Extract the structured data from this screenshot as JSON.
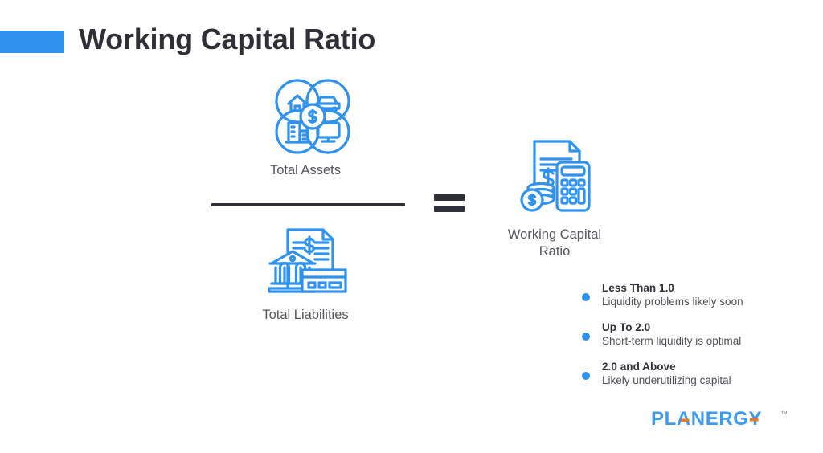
{
  "header": {
    "title": "Working Capital Ratio",
    "accent_color": "#2e92ee"
  },
  "formula": {
    "numerator_label": "Total Assets",
    "numerator_icon": "assets-circles-icon",
    "denominator_label": "Total Liabilities",
    "denominator_icon": "liabilities-bank-document-icon",
    "operator": "=",
    "result_label_line1": "Working Capital",
    "result_label_line2": "Ratio",
    "result_icon": "calculator-document-coins-icon"
  },
  "legend": {
    "items": [
      {
        "title": "Less Than 1.0",
        "description": "Liquidity problems likely soon",
        "bullet_color": "#2e92ee"
      },
      {
        "title": "Up To 2.0",
        "description": "Short-term liquidity is optimal",
        "bullet_color": "#2e92ee"
      },
      {
        "title": "2.0 and Above",
        "description": "Likely underutilizing capital",
        "bullet_color": "#2e92ee"
      }
    ]
  },
  "logo": {
    "text": "PLANERGY",
    "trademark": "™",
    "primary_color": "#3a9bf0",
    "accent_color": "#f47421"
  },
  "colors": {
    "icon_blue": "#2e92ee",
    "text_dark": "#2f3037",
    "text_gray": "#53535a",
    "background": "#ffffff"
  }
}
